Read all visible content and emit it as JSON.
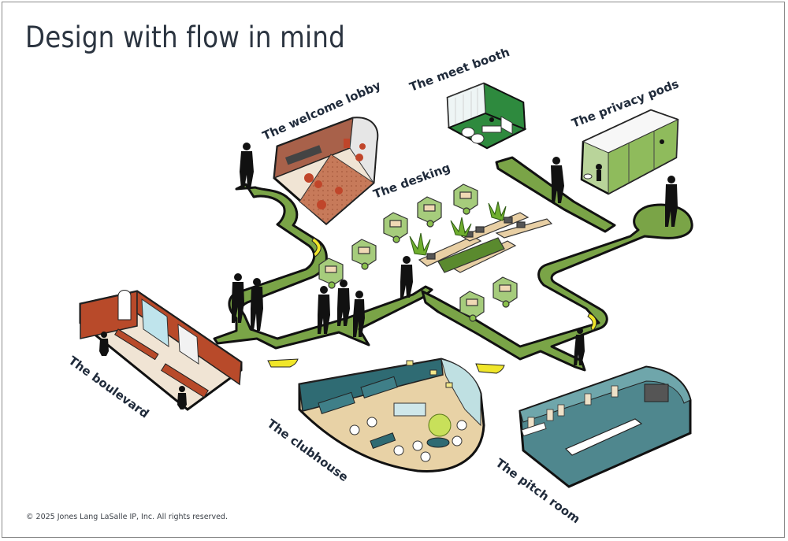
{
  "title": "Design with flow in mind",
  "footer": "© 2025 Jones Lang LaSalle IP, Inc. All rights reserved.",
  "colors": {
    "path_green": "#7aa447",
    "arrow_yellow": "#f0e62a",
    "lobby_brown": "#a8614a",
    "boulevard_red": "#b84a2a",
    "clubhouse_teal": "#2f6b73",
    "pitch_teal": "#5c959b",
    "booth_green": "#2e8a3e",
    "pod_green": "#b9d49a",
    "text_dark": "#1f2a3a"
  },
  "spaces": [
    {
      "id": "welcome-lobby",
      "label": "The welcome lobby"
    },
    {
      "id": "meet-booth",
      "label": "The meet booth"
    },
    {
      "id": "privacy-pods",
      "label": "The privacy pods"
    },
    {
      "id": "desking",
      "label": "The desking"
    },
    {
      "id": "boulevard",
      "label": "The boulevard"
    },
    {
      "id": "clubhouse",
      "label": "The clubhouse"
    },
    {
      "id": "pitch-room",
      "label": "The pitch room"
    }
  ]
}
